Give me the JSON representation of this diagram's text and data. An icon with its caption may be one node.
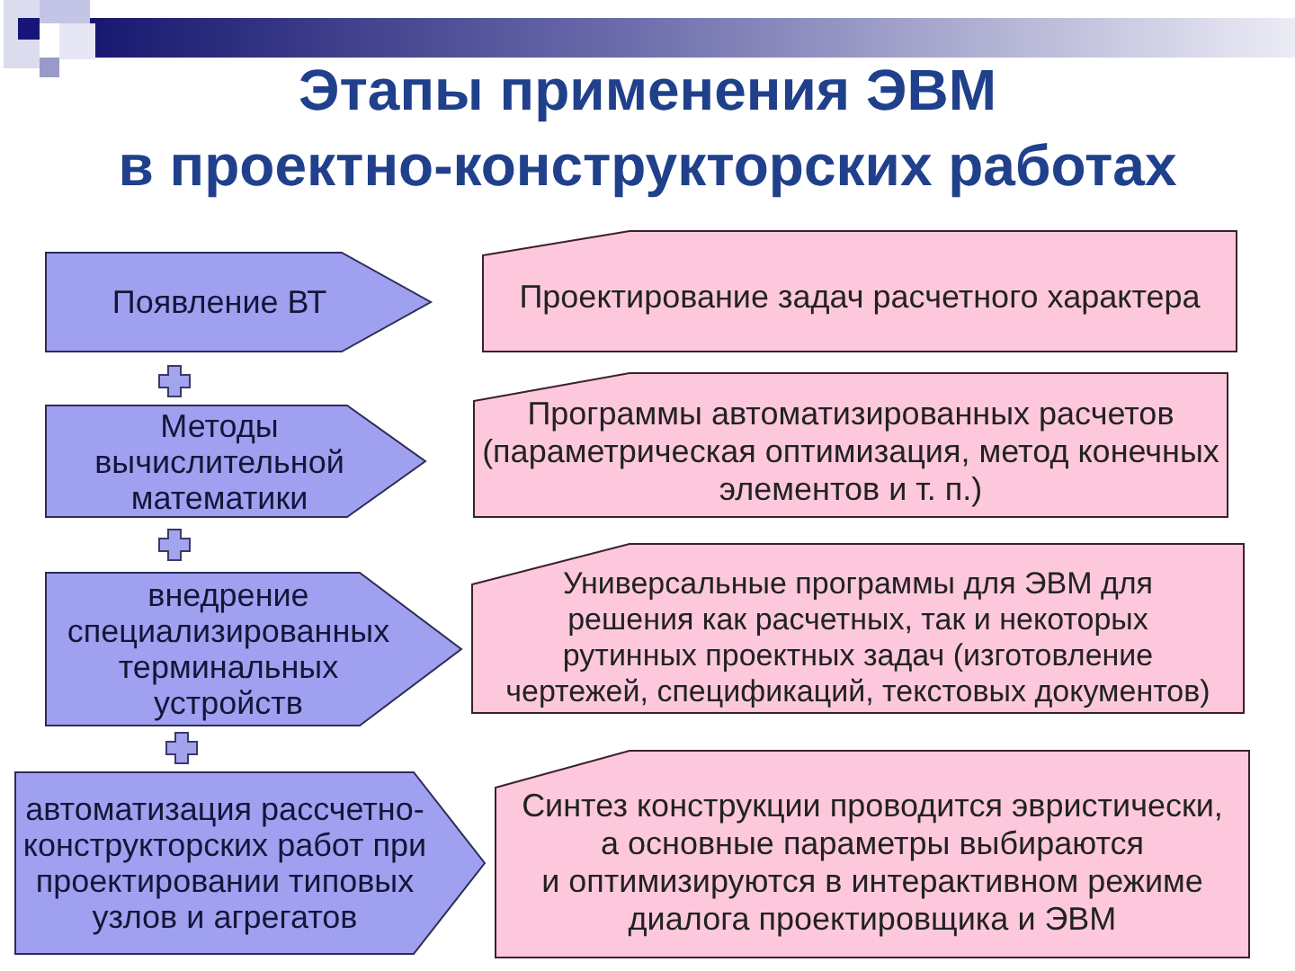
{
  "diagram": {
    "title": "Этапы применения ЭВМ в проектно-конструкторских работах",
    "nodes": [
      {
        "text": [
          "Появление ВТ"
        ]
      },
      {
        "text": [
          "Проектирование задач расчетного характера"
        ]
      },
      {
        "text": [
          "Методы вычислительной математики"
        ]
      },
      {
        "text": [
          "Программы автоматизированных расчетов (параметрическая оптимизация, метод конечных элементов и т. п.)"
        ]
      },
      {
        "text": [
          "внедрение специализированных терминальных устройств"
        ]
      },
      {
        "text": [
          "Универсальные программы для ЭВМ для решения как расчетных, так и некоторых рутинных проектных задач (изготовление чертежей, спецификаций, текстовых документов)"
        ]
      },
      {
        "text": [
          "автоматизация рассчетно-конструкторских работ при проектировании типовых узлов и агрегатов"
        ]
      },
      {
        "text": [
          "Синтез конструкции проводится эвристически, а основные параметры выбираются и оптимизируются в интерактивном режиме диалога проектировщика и ЭВМ"
        ]
      }
    ]
  }
}
